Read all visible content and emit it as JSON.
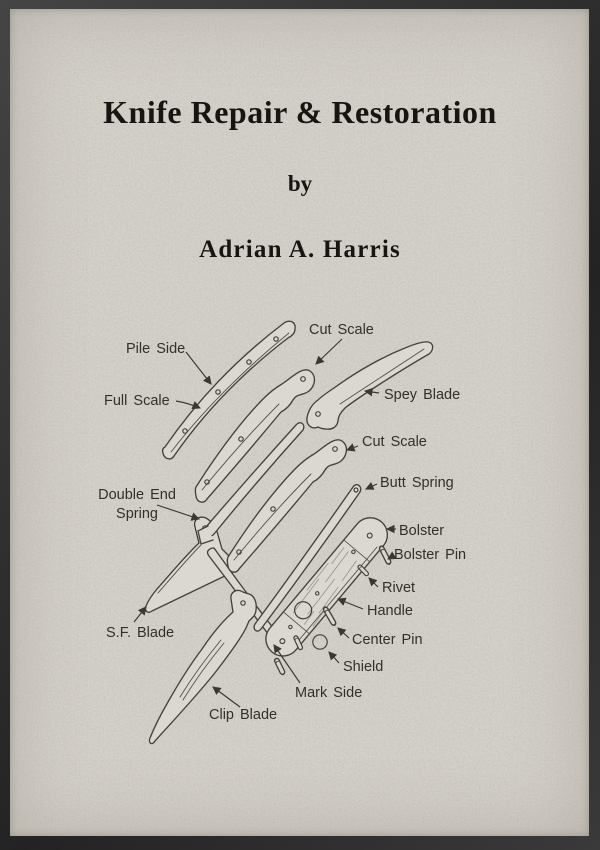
{
  "cover": {
    "title": "Knife Repair & Restoration",
    "byline": "by",
    "author": "Adrian A. Harris"
  },
  "diagram": {
    "labels": {
      "pile_side": "Pile Side",
      "cut_scale_top": "Cut Scale",
      "full_scale": "Full Scale",
      "spey_blade": "Spey Blade",
      "cut_scale_mid": "Cut Scale",
      "butt_spring": "Butt Spring",
      "double_end_line1": "Double End",
      "double_end_line2": "Spring",
      "bolster": "Bolster",
      "bolster_pin": "Bolster Pin",
      "rivet": "Rivet",
      "handle": "Handle",
      "sf_blade": "S.F. Blade",
      "center_pin": "Center Pin",
      "shield": "Shield",
      "mark_side": "Mark Side",
      "clip_blade": "Clip Blade"
    }
  },
  "colors": {
    "paper": "#d7d3cd",
    "ink": "#171512",
    "diagram_line": "#45423d",
    "frame": "#2d2d2d"
  }
}
